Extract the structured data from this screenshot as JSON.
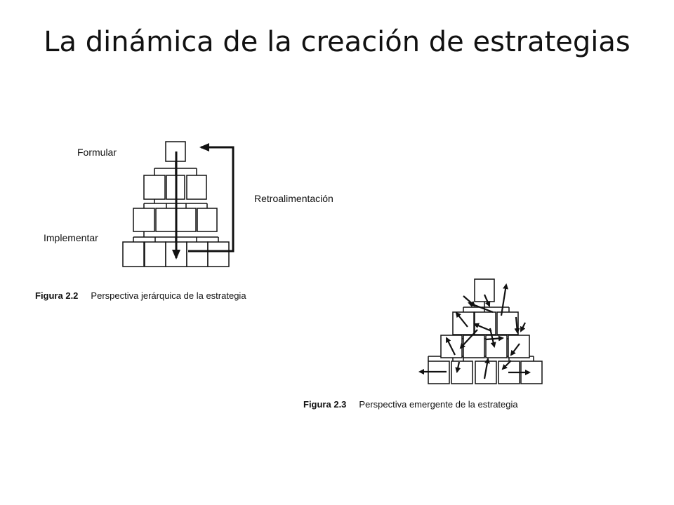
{
  "slide": {
    "title": "La dinámica de la creación de estrategias"
  },
  "figure_hierarchical": {
    "label_formulate": "Formular",
    "label_implement": "Implementar",
    "label_feedback": "Retroalimentación",
    "caption_number": "Figura 2.2",
    "caption_text": "Perspectiva jerárquica de la estrategia"
  },
  "figure_emergent": {
    "caption_number": "Figura 2.3",
    "caption_text": "Perspectiva emergente de la estrategia"
  }
}
